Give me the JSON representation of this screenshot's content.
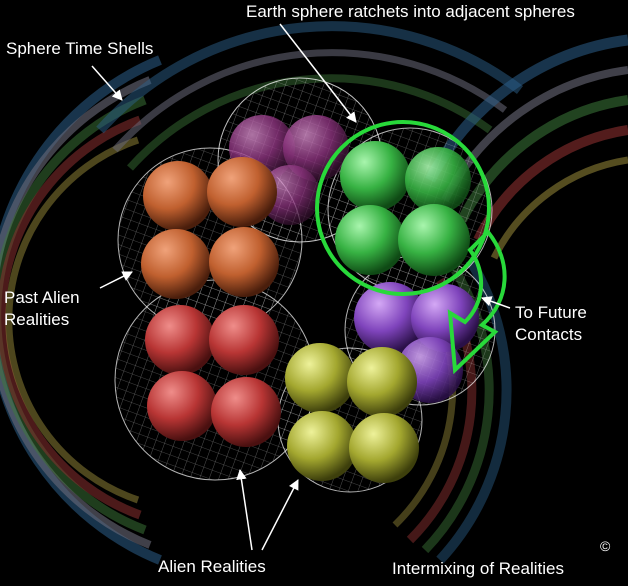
{
  "labels": {
    "shells": "Sphere Time Shells",
    "ratchet": "Earth sphere ratchets into adjacent spheres",
    "past_alien_line1": "Past Alien",
    "past_alien_line2": "Realities",
    "future_line1": "To Future",
    "future_line2": "Contacts",
    "alien_realities": "Alien Realities",
    "intermixing": "Intermixing of Realities",
    "copyright": "©"
  },
  "colors": {
    "background": "#000000",
    "orange_spheres": "#c8693a",
    "red_spheres": "#c0403f",
    "green_spheres": "#3fb84a",
    "olive_spheres": "#a9ad36",
    "purple_spheres": "#8a4cc4",
    "magenta_spheres": "#9a3d8c",
    "highlight_ring": "#28d93a",
    "wireframe": "#ffffff"
  },
  "icons": {
    "future_arrow": "curved-down-arrow-outline",
    "callout_arrows": "white-arrowheads"
  }
}
